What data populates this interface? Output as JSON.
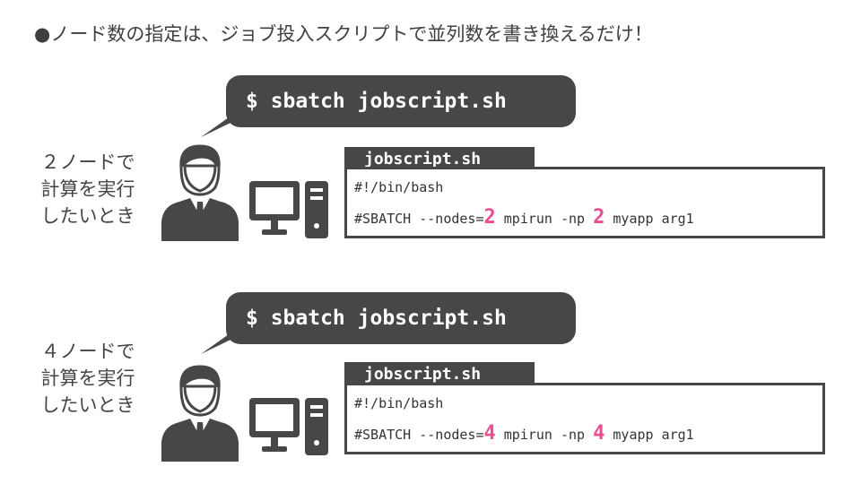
{
  "heading": "●ノード数の指定は、ジョブ投入スクリプトで並列数を書き換えるだけ！",
  "panels": [
    {
      "label": [
        "２ノードで",
        "計算を実行",
        "したいとき"
      ],
      "command": "$ sbatch jobscript.sh",
      "filename": "jobscript.sh",
      "line1": "#!/bin/bash",
      "line2_prefix": "#SBATCH --nodes=",
      "nodes": "2",
      "line2_mid": " mpirun -np ",
      "np": "2",
      "line2_suffix": " myapp arg1"
    },
    {
      "label": [
        "４ノードで",
        "計算を実行",
        "したいとき"
      ],
      "command": "$ sbatch jobscript.sh",
      "filename": "jobscript.sh",
      "line1": "#!/bin/bash",
      "line2_prefix": "#SBATCH --nodes=",
      "nodes": "4",
      "line2_mid": " mpirun -np ",
      "np": "4",
      "line2_suffix": " myapp arg1"
    }
  ],
  "colors": {
    "dark": "#474747",
    "highlight": "#ec4d8f",
    "text": "#444444"
  }
}
